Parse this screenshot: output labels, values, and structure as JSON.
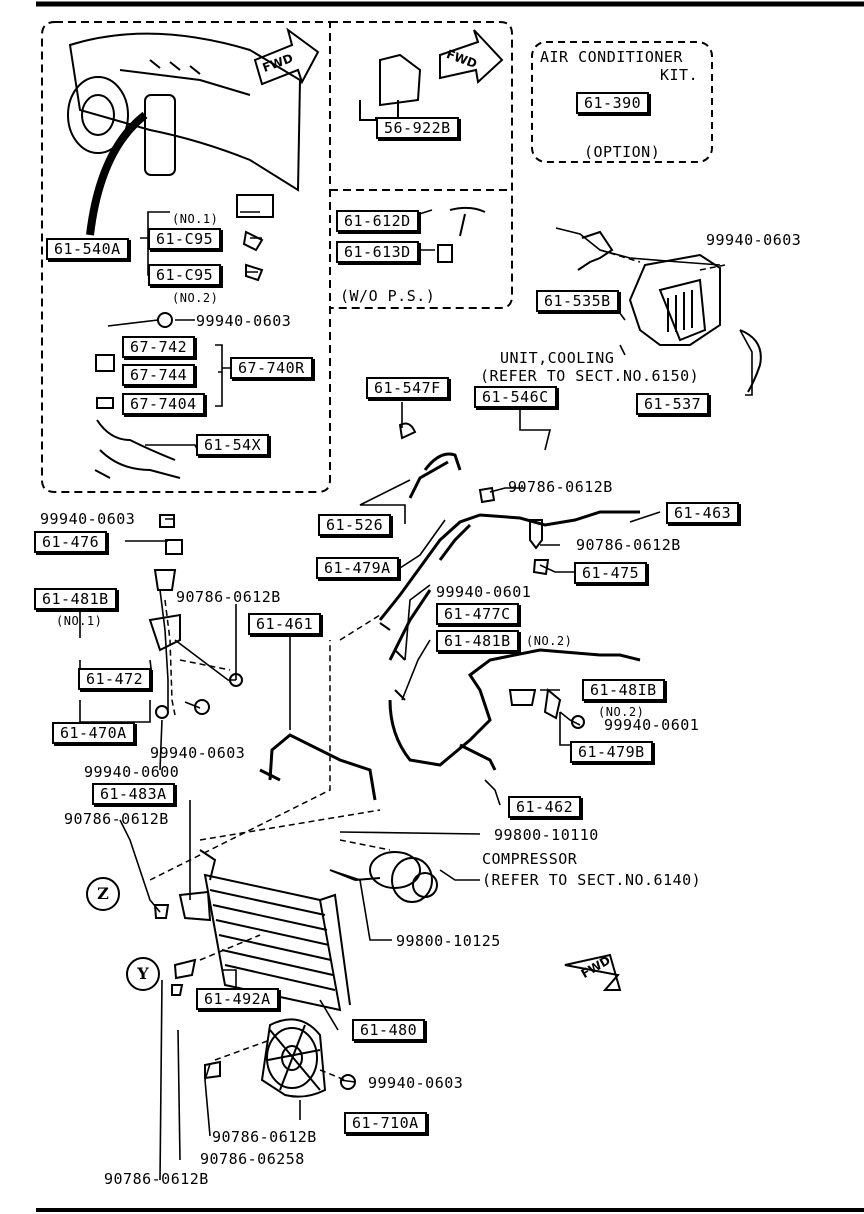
{
  "fwd_label": "FWD",
  "kit": {
    "title_line1": "AIR CONDITIONER",
    "title_line2": "KIT.",
    "part": "61-390",
    "note": "(OPTION)"
  },
  "labels": {
    "p56922b": "56-922B",
    "p61540a": "61-540A",
    "p61c95a": "61-C95",
    "p61c95b": "61-C95",
    "no1_top": "(NO.1)",
    "no2_top": "(NO.2)",
    "p61612d": "61-612D",
    "p61613d": "61-613D",
    "wo_ps": "(W/O P.S.)",
    "p99940_0603_a": "99940-0603",
    "p67742": "67-742",
    "p67744": "67-744",
    "p677404": "67-7404",
    "p67740r": "67-740R",
    "p6154x": "61-54X",
    "p99940_0603_b": "99940-0603",
    "p61535b": "61-535B",
    "unit_cooling_1": "UNIT,COOLING",
    "unit_cooling_2": "(REFER TO SECT.NO.6150)",
    "p61537": "61-537",
    "p61547f": "61-547F",
    "p61546c": "61-546C",
    "p90786_0612b_a": "90786-0612B",
    "p61526": "61-526",
    "p61463": "61-463",
    "p90786_0612b_b": "90786-0612B",
    "p61479a": "61-479A",
    "p61475": "61-475",
    "p99940_0603_c": "99940-0603",
    "p61476": "61-476",
    "p61481b_l": "61-481B",
    "no1_left": "(NO.1)",
    "p90786_0612b_c": "90786-0612B",
    "p61461": "61-461",
    "p99940_0601_a": "99940-0601",
    "p61477c": "61-477C",
    "p61481b_m": "61-481B",
    "no2_mid": "(NO.2)",
    "p61472": "61-472",
    "p61481b_r": "61-48IB",
    "no2_right": "(NO.2)",
    "p99940_0601_b": "99940-0601",
    "p61470a": "61-470A",
    "p99940_0603_d": "99940-0603",
    "p61479b": "61-479B",
    "p99940_0600": "99940-0600",
    "p61483a": "61-483A",
    "p61462": "61-462",
    "p99800_10110": "99800-10110",
    "p90786_0612b_d": "90786-0612B",
    "compressor_1": "COMPRESSOR",
    "compressor_2": "(REFER TO SECT.NO.6140)",
    "marker_z": "Z",
    "p99800_10125": "99800-10125",
    "marker_y": "Y",
    "p61492a": "61-492A",
    "p61480": "61-480",
    "p99940_0603_e": "99940-0603",
    "p61710a": "61-710A",
    "p90786_0612b_e": "90786-0612B",
    "p90786_06258": "90786-06258",
    "p90786_0612b_f": "90786-0612B"
  }
}
